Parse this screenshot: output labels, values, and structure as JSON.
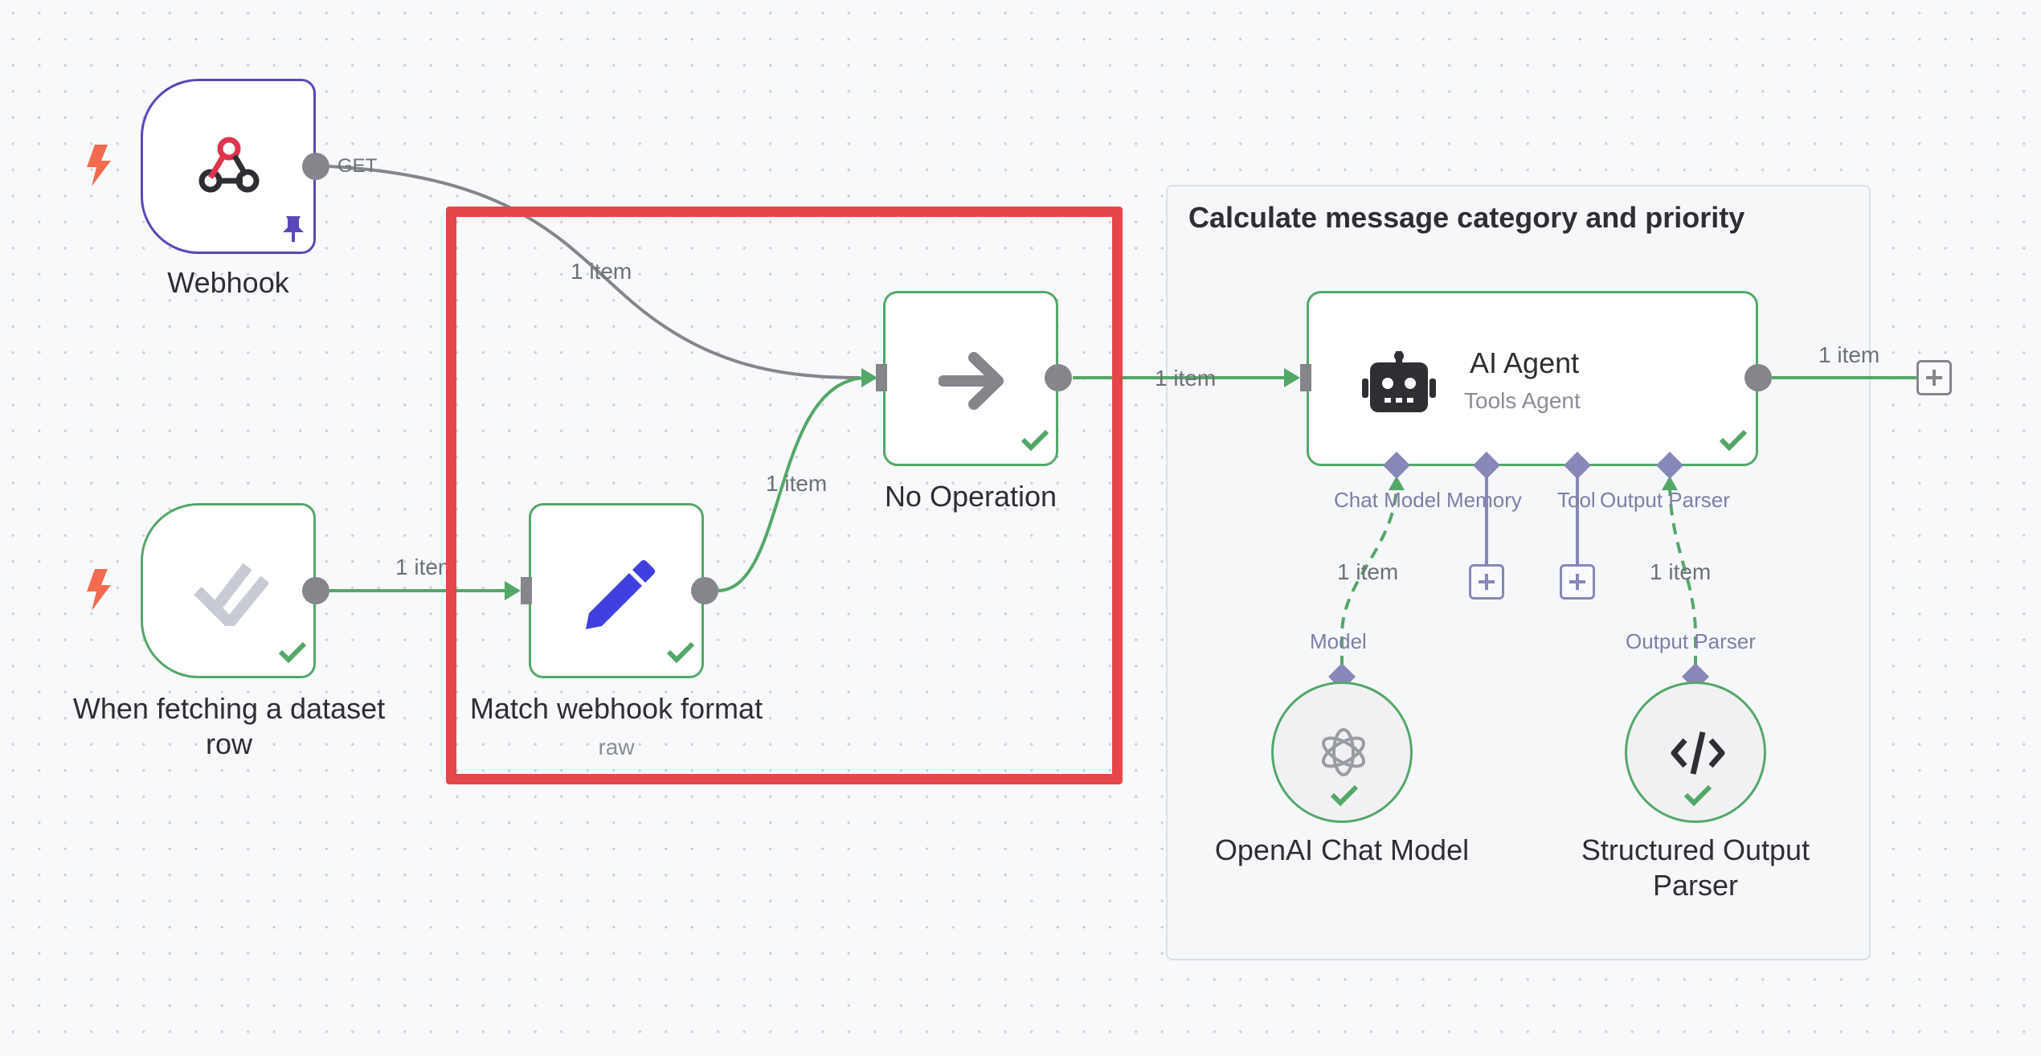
{
  "colors": {
    "success": "#53a868",
    "webhook_border": "#5b47b8",
    "handle": "#84868c",
    "sub_port": "#8788b8",
    "highlight": "#e5464a",
    "trigger_bolt": "#f26b4f",
    "edit_icon": "#4040e0"
  },
  "sticky": {
    "title": "Calculate message category and priority"
  },
  "nodes": {
    "webhook": {
      "label": "Webhook",
      "icon": "webhook-icon",
      "output_label": "GET"
    },
    "dataset_trigger": {
      "label": "When fetching a dataset row",
      "icon": "double-check-icon"
    },
    "match_format": {
      "label": "Match webhook format",
      "sublabel": "raw",
      "icon": "pencil-icon"
    },
    "no_op": {
      "label": "No Operation",
      "icon": "arrow-right-icon"
    },
    "ai_agent": {
      "label": "AI Agent",
      "sublabel": "Tools Agent",
      "icon": "robot-icon"
    },
    "openai_model": {
      "label": "OpenAI Chat Model",
      "icon": "openai-icon"
    },
    "output_parser": {
      "label": "Structured Output Parser",
      "icon": "code-icon"
    }
  },
  "agent_ports": {
    "chat_model": "Chat Model",
    "memory": "Memory",
    "tool": "Tool",
    "output_parser": "Output Parser"
  },
  "sub_ports": {
    "model": "Model",
    "output_parser": "Output Parser"
  },
  "edges": {
    "webhook_to_noop": "1 item",
    "dataset_to_match": "1 item",
    "match_to_noop": "1 item",
    "noop_to_agent": "1 item",
    "agent_out": "1 item",
    "model_to_agent": "1 item",
    "parser_to_agent": "1 item"
  }
}
